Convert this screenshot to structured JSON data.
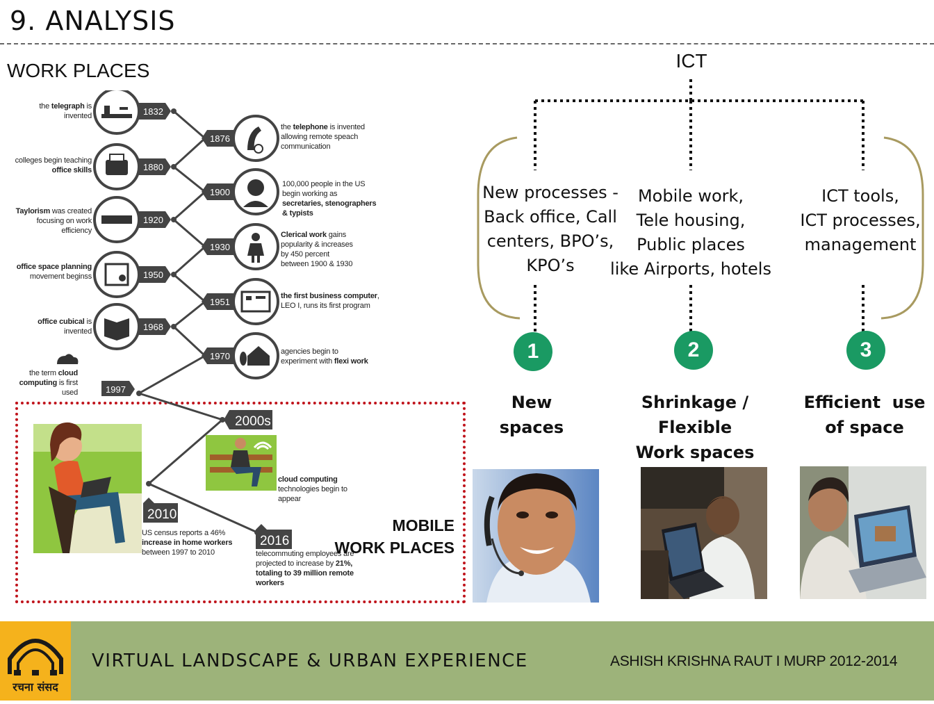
{
  "header": {
    "title": "9. ANALYSIS",
    "section": "WORK PLACES"
  },
  "diagram": {
    "root": "ICT",
    "columns": [
      {
        "lines": [
          "New processes -",
          "Back office, Call",
          "centers, BPO’s,",
          "KPO’s"
        ],
        "number": "1",
        "label_lines": [
          "New",
          "spaces"
        ]
      },
      {
        "lines": [
          "Mobile work,",
          "Tele housing,",
          "Public places",
          "like Airports, hotels"
        ],
        "number": "2",
        "label_lines": [
          "Shrinkage /",
          "Flexible",
          "Work spaces"
        ]
      },
      {
        "lines": [
          "ICT tools,",
          "ICT processes,",
          "management"
        ],
        "number": "3",
        "label_lines": [
          "Efficient  use",
          "of space"
        ]
      }
    ]
  },
  "timeline": {
    "left_events": [
      {
        "year": "1832",
        "text_pre": "the ",
        "text_bold": "telegraph",
        "text_post": " is invented"
      },
      {
        "year": "1880",
        "text_pre": "colleges begin teaching ",
        "text_bold": "office skills",
        "text_post": ""
      },
      {
        "year": "1920",
        "text_pre": "",
        "text_bold": "Taylorism",
        "text_post": " was created focusing on work efficiency"
      },
      {
        "year": "1950",
        "text_pre": "",
        "text_bold": "office space planning",
        "text_post": " movement beginss"
      },
      {
        "year": "1968",
        "text_pre": "",
        "text_bold": "office cubical",
        "text_post": " is invented"
      },
      {
        "year": "1997",
        "text_pre": "the term ",
        "text_bold": "cloud computing",
        "text_post": " is first used"
      }
    ],
    "right_events": [
      {
        "year": "1876",
        "text_pre": "the ",
        "text_bold": "telephone",
        "text_post": " is invented allowing remote speach communication"
      },
      {
        "year": "1900",
        "text_pre": "100,000 people in the US begin working as ",
        "text_bold": "secretaries, stenographers & typists",
        "text_post": ""
      },
      {
        "year": "1930",
        "text_pre": "",
        "text_bold": "Clerical work",
        "text_post": " gains popularity & increases by 450 percent between 1900 & 1930"
      },
      {
        "year": "1951",
        "text_pre": "",
        "text_bold": "the first business computer",
        "text_post": ", LEO I, runs its first program"
      },
      {
        "year": "1970",
        "text_pre": "agencies begin to experiment with ",
        "text_bold": "flexi work",
        "text_post": ""
      }
    ],
    "recent": [
      {
        "year": "2000s",
        "text_pre": "",
        "text_bold": "cloud computing",
        "text_post": " technologies begin to appear"
      },
      {
        "year": "2010",
        "text_pre": "US census reports a 46% ",
        "text_bold": "increase in home workers",
        "text_post": " between 1997 to 2010"
      },
      {
        "year": "2016",
        "text_pre": "telecommuting employees are projected to increase by ",
        "text_bold": "21%, totaling to 39 million remote workers",
        "text_post": ""
      }
    ],
    "mobile_label": [
      "MOBILE",
      "WORK PLACES"
    ]
  },
  "footer": {
    "left": "VIRTUAL LANDSCAPE & URBAN EXPERIENCE",
    "right": "ASHISH KRISHNA RAUT  I  MURP 2012-2014",
    "logo_text": "रचना संसद"
  },
  "icons": [
    "telegraph-icon",
    "typewriter-icon",
    "ruler-icon",
    "floor-plan-icon",
    "book-icon",
    "cloud-icon",
    "telephone-icon",
    "headset-icon",
    "woman-icon",
    "computer-icon",
    "house-icon"
  ],
  "colors": {
    "accent_green": "#1a9a63",
    "footer": "#9db37a",
    "logo": "#f5b21c",
    "bracket": "#a89a60",
    "red_border": "#c0141c"
  }
}
